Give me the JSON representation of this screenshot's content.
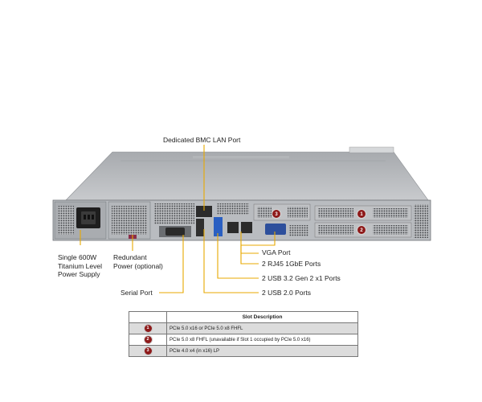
{
  "callouts": {
    "bmc": "Dedicated BMC LAN Port",
    "psu": [
      "Single 600W",
      "Titanium Level",
      "Power Supply"
    ],
    "redundant": [
      "Redundant",
      "Power (optional)"
    ],
    "vga": "VGA Port",
    "rj45": "2 RJ45 1GbE Ports",
    "usb32": "2 USB 3.2 Gen 2 x1 Ports",
    "serial": "Serial Port",
    "usb20": "2 USB 2.0 Ports"
  },
  "chassis_markers": [
    "3",
    "1",
    "2"
  ],
  "slot_table": {
    "header": "Slot Description",
    "rows": [
      {
        "num": "1",
        "text": "PCIe 5.0 x16 or PCIe 5.0 x8 FHFL"
      },
      {
        "num": "2",
        "text": "PCIe 5.0 x8 FHFL (unavailable if Slot 1 occupied by PCIe 5.0 x16)"
      },
      {
        "num": "3",
        "text": "PCIe 4.0 x4 (in x16) LP"
      }
    ]
  },
  "colors": {
    "callout_line": "#e8a800",
    "marker": "#8e1a1a",
    "chassis": "#b9bcc0"
  }
}
